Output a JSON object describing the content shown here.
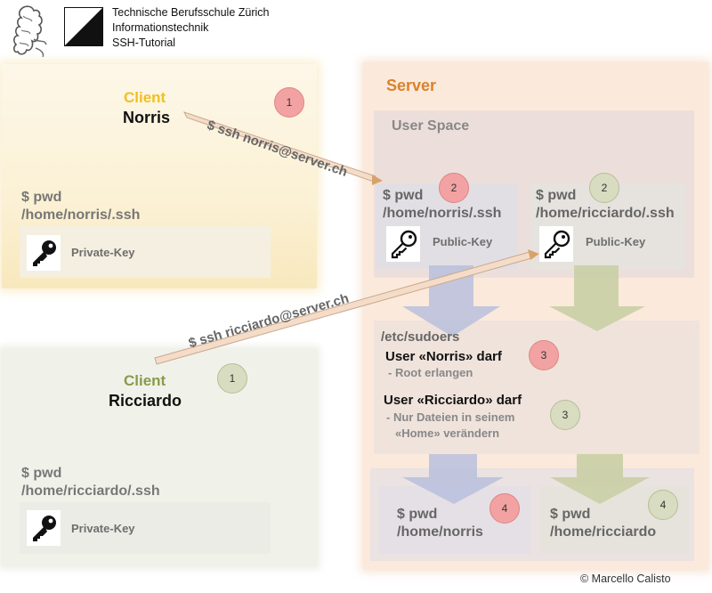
{
  "header": {
    "school_lines": [
      "Technische Berufsschule Zürich",
      "Informationstechnik",
      "SSH-Tutorial"
    ]
  },
  "client_norris": {
    "role": "Client",
    "name": "Norris",
    "badge": "1",
    "cmd": "$ ssh norris@server.ch",
    "pwd_cmd": "$ pwd",
    "pwd_path": "/home/norris/.ssh",
    "key_label": "Private-Key"
  },
  "client_ricciardo": {
    "role": "Client",
    "name": "Ricciardo",
    "badge": "1",
    "cmd": "$ ssh ricciardo@server.ch",
    "pwd_cmd": "$ pwd",
    "pwd_path": "/home/ricciardo/.ssh",
    "key_label": "Private-Key"
  },
  "server": {
    "title": "Server",
    "user_space": {
      "title": "User Space",
      "norris": {
        "pwd_cmd": "$ pwd",
        "pwd_path": "/home/norris/.ssh",
        "key_label": "Public-Key",
        "badge": "2"
      },
      "ricciardo": {
        "pwd_cmd": "$ pwd",
        "pwd_path": "/home/ricciardo/.ssh",
        "key_label": "Public-Key",
        "badge": "2"
      }
    },
    "sudoers": {
      "title": "/etc/sudoers",
      "norris_rule": "User «Norris» darf",
      "norris_detail": "- Root erlangen",
      "norris_badge": "3",
      "ricciardo_rule": "User «Ricciardo» darf",
      "ricciardo_detail_1": "- Nur Dateien in seinem",
      "ricciardo_detail_2": "«Home» verändern",
      "ricciardo_badge": "3"
    },
    "home": {
      "norris": {
        "pwd_cmd": "$ pwd",
        "pwd_path": "/home/norris",
        "badge": "4"
      },
      "ricciardo": {
        "pwd_cmd": "$ pwd",
        "pwd_path": "/home/ricciardo",
        "badge": "4"
      }
    }
  },
  "copyright": "© Marcello Calisto",
  "colors": {
    "norris_client": "#f0c020",
    "ricciardo_client": "#8a9a4a",
    "server_title": "#d9822b",
    "badge_red": "#f2a2a2",
    "badge_green": "#d8dcc0",
    "arrow_blue": "#b8bfdc",
    "arrow_green": "#c9cfa5"
  },
  "icons": [
    "zurich-lion-logo",
    "zurich-shield-logo",
    "key-icon"
  ]
}
